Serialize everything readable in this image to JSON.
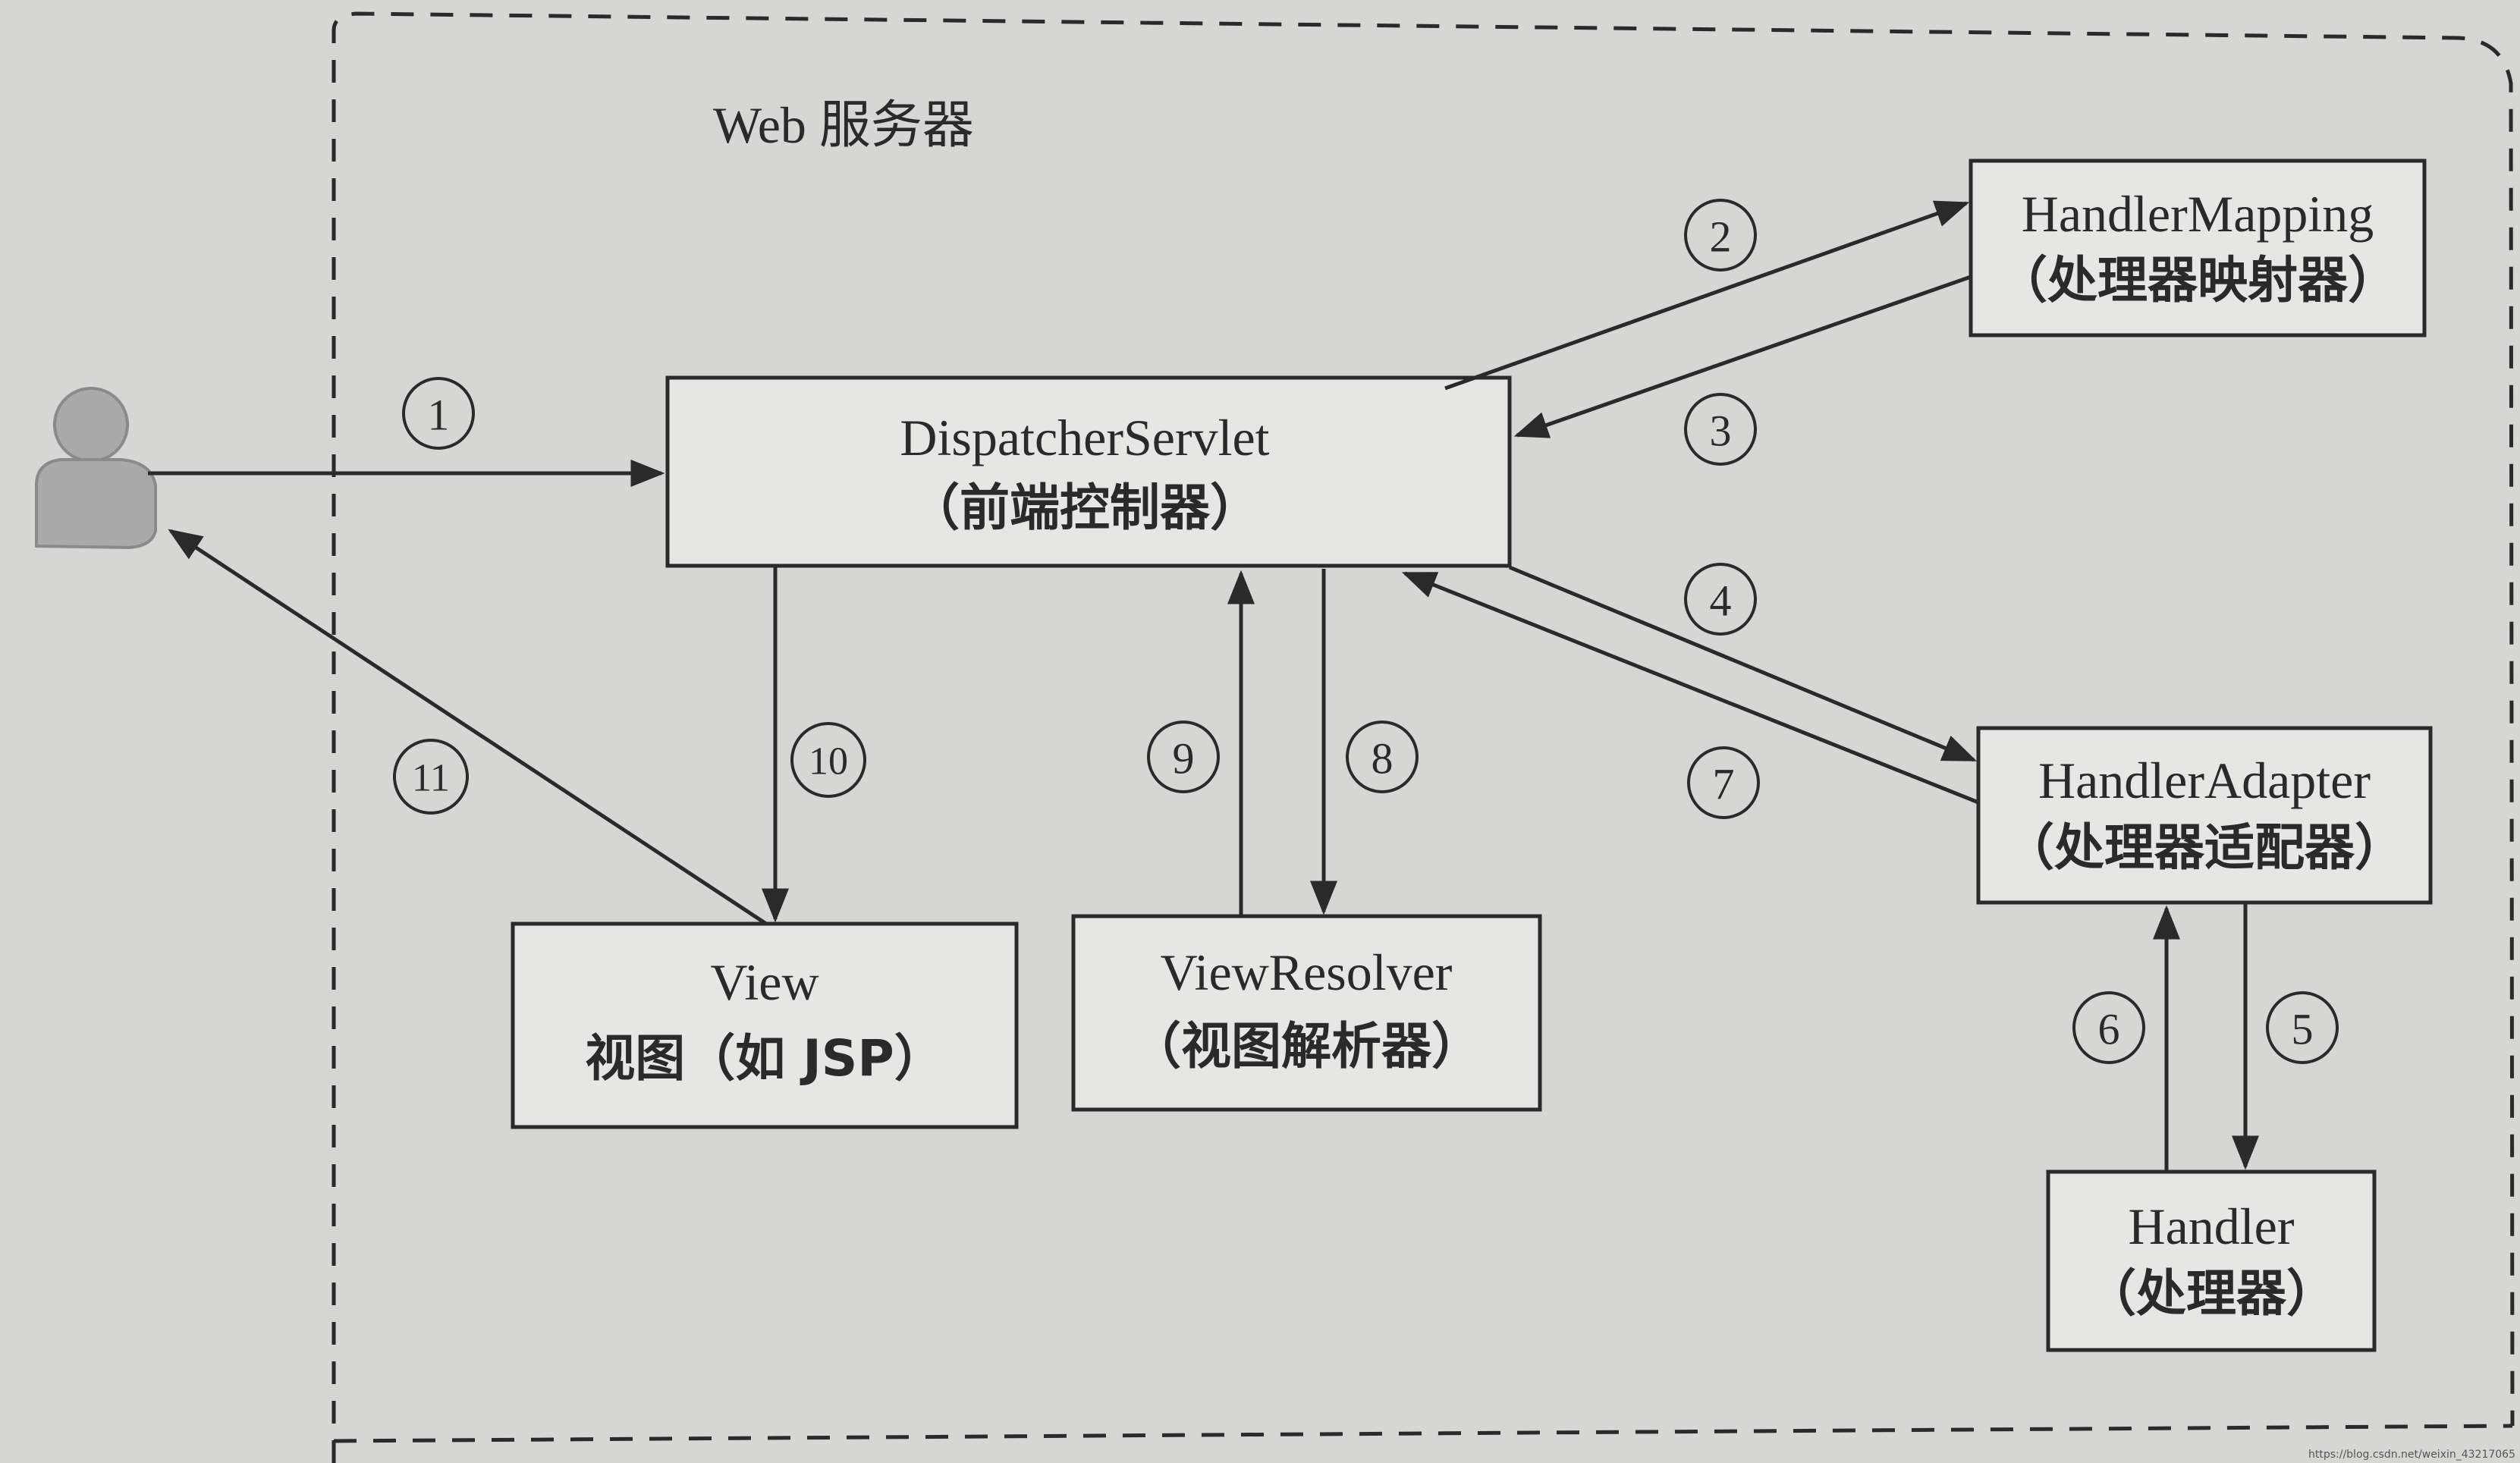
{
  "server_label": "Web 服务器",
  "boxes": {
    "dispatcher": {
      "en": "DispatcherServlet",
      "zh": "（前端控制器）"
    },
    "handler_mapping": {
      "en": "HandlerMapping",
      "zh": "（处理器映射器）"
    },
    "handler_adapter": {
      "en": "HandlerAdapter",
      "zh": "（处理器适配器）"
    },
    "handler": {
      "en": "Handler",
      "zh": "（处理器）"
    },
    "view": {
      "en": "View",
      "zh": "视图（如 JSP）"
    },
    "view_resolver": {
      "en": "ViewResolver",
      "zh": "（视图解析器）"
    }
  },
  "steps": [
    "1",
    "2",
    "3",
    "4",
    "5",
    "6",
    "7",
    "8",
    "9",
    "10",
    "11"
  ],
  "watermark": "https://blog.csdn.net/weixin_43217065",
  "colors": {
    "stroke": "#2a2a2a",
    "box_fill": "#e6e6e4",
    "background": "#d6d6d4",
    "user_icon": "#a9a9a9"
  }
}
